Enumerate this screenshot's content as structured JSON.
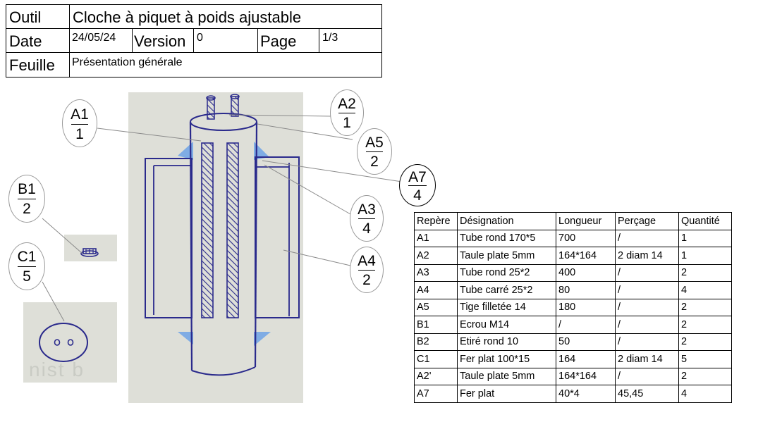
{
  "title_block": {
    "outil_label": "Outil",
    "outil_value": "Cloche à piquet à poids ajustable",
    "date_label": "Date",
    "date_value": "24/05/24",
    "version_label": "Version",
    "version_value": "0",
    "page_label": "Page",
    "page_value": "1/3",
    "feuille_label": "Feuille",
    "feuille_value": "Présentation générale"
  },
  "balloons": [
    {
      "ref": "A1",
      "qty": "1"
    },
    {
      "ref": "A2",
      "qty": "1"
    },
    {
      "ref": "A5",
      "qty": "2"
    },
    {
      "ref": "A7",
      "qty": "4"
    },
    {
      "ref": "A3",
      "qty": "4"
    },
    {
      "ref": "A4",
      "qty": "2"
    },
    {
      "ref": "B1",
      "qty": "2"
    },
    {
      "ref": "C1",
      "qty": "5"
    }
  ],
  "parts_table": {
    "headers": [
      "Repère",
      "Désignation",
      "Longueur",
      "Perçage",
      "Quantité"
    ],
    "rows": [
      [
        "A1",
        "Tube rond 170*5",
        "700",
        "/",
        "1"
      ],
      [
        "A2",
        "Taule plate 5mm",
        "164*164",
        "2 diam 14",
        "1"
      ],
      [
        "A3",
        "Tube rond 25*2",
        "400",
        "/",
        "2"
      ],
      [
        "A4",
        "Tube carré 25*2",
        "80",
        "/",
        "4"
      ],
      [
        "A5",
        "Tige filletée 14",
        "180",
        "/",
        "2"
      ],
      [
        "B1",
        "Ecrou M14",
        "/",
        "/",
        "2"
      ],
      [
        "B2",
        "Etiré rond 10",
        "50",
        "/",
        "2"
      ],
      [
        "C1",
        "Fer plat 100*15",
        "164",
        "2 diam 14",
        "5"
      ],
      [
        "A2'",
        "Taule plate 5mm",
        "164*164",
        "/",
        "2"
      ],
      [
        "A7",
        "Fer plat",
        "40*4",
        "45,45",
        "4"
      ]
    ]
  },
  "colors": {
    "ink": "#2a2a8c",
    "paper": "#dedfd8",
    "gusset": "#6fa3e6"
  },
  "photo_faint_text": "nist b"
}
